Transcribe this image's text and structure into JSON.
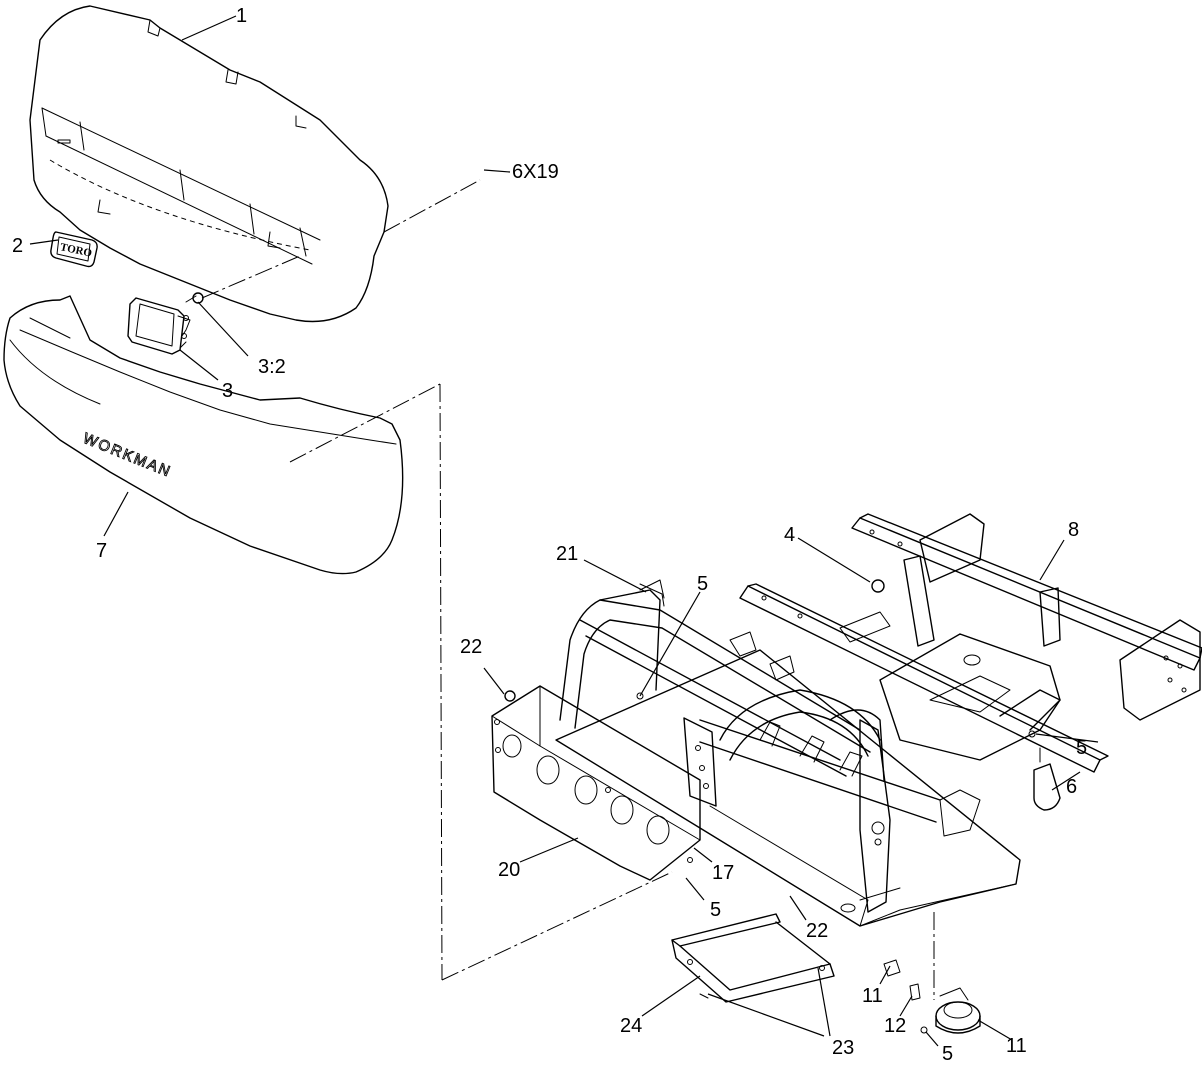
{
  "callouts": {
    "c1": "1",
    "c2": "2",
    "c3": "3",
    "c3b": "3:2",
    "c4": "4",
    "c5a": "5",
    "c5b": "5",
    "c5c": "5",
    "c5d": "5",
    "c6": "6",
    "c6x19": "6X19",
    "c7": "7",
    "c8": "8",
    "c11a": "11",
    "c11b": "11",
    "c12": "12",
    "c17": "17",
    "c20": "20",
    "c21": "21",
    "c22a": "22",
    "c22b": "22",
    "c23": "23",
    "c24": "24"
  },
  "embossed": {
    "bumper_brand": "WORKMAN",
    "logo": "TORO"
  }
}
